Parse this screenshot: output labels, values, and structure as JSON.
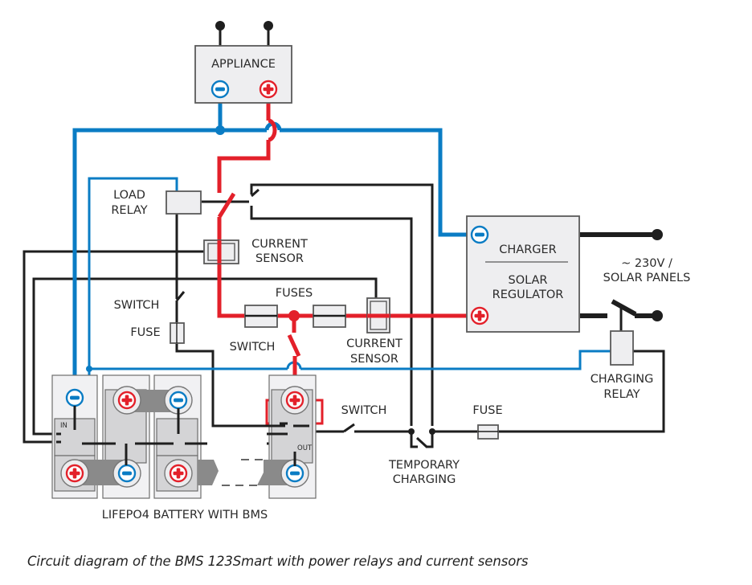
{
  "diagram": {
    "title": "BMS 123Smart circuit diagram",
    "colors": {
      "positive_wire": "#e3202a",
      "negative_wire": "#0a7cc4",
      "signal_wire": "#1e1e1e",
      "component_fill": "#eeeef0"
    },
    "components": {
      "appliance": {
        "label": "APPLIANCE",
        "terminals": [
          "minus",
          "plus"
        ]
      },
      "load_relay": {
        "label_line1": "LOAD",
        "label_line2": "RELAY"
      },
      "current_sensor_load": {
        "label_line1": "CURRENT",
        "label_line2": "SENSOR"
      },
      "fuses": {
        "label": "FUSES"
      },
      "current_sensor_charge": {
        "label_line1": "CURRENT",
        "label_line2": "SENSOR"
      },
      "switch_left": {
        "label": "SWITCH"
      },
      "fuse_left": {
        "label": "FUSE"
      },
      "switch_main": {
        "label": "SWITCH"
      },
      "switch_out": {
        "label": "SWITCH"
      },
      "fuse_right": {
        "label": "FUSE"
      },
      "charger": {
        "label_top": "CHARGER",
        "label_bottom_line1": "SOLAR",
        "label_bottom_line2": "REGULATOR",
        "terminals": [
          "minus",
          "plus"
        ]
      },
      "mains": {
        "label_line1": "~ 230V /",
        "label_line2": "SOLAR PANELS"
      },
      "charging_relay": {
        "label_line1": "CHARGING",
        "label_line2": "RELAY"
      },
      "temporary_charging": {
        "label_line1": "TEMPORARY",
        "label_line2": "CHARGING"
      },
      "battery": {
        "label": "LIFEPO4 BATTERY WITH BMS",
        "in_label": "IN",
        "out_label": "OUT"
      }
    },
    "caption": "Circuit diagram of the BMS 123Smart with power relays and current sensors"
  }
}
